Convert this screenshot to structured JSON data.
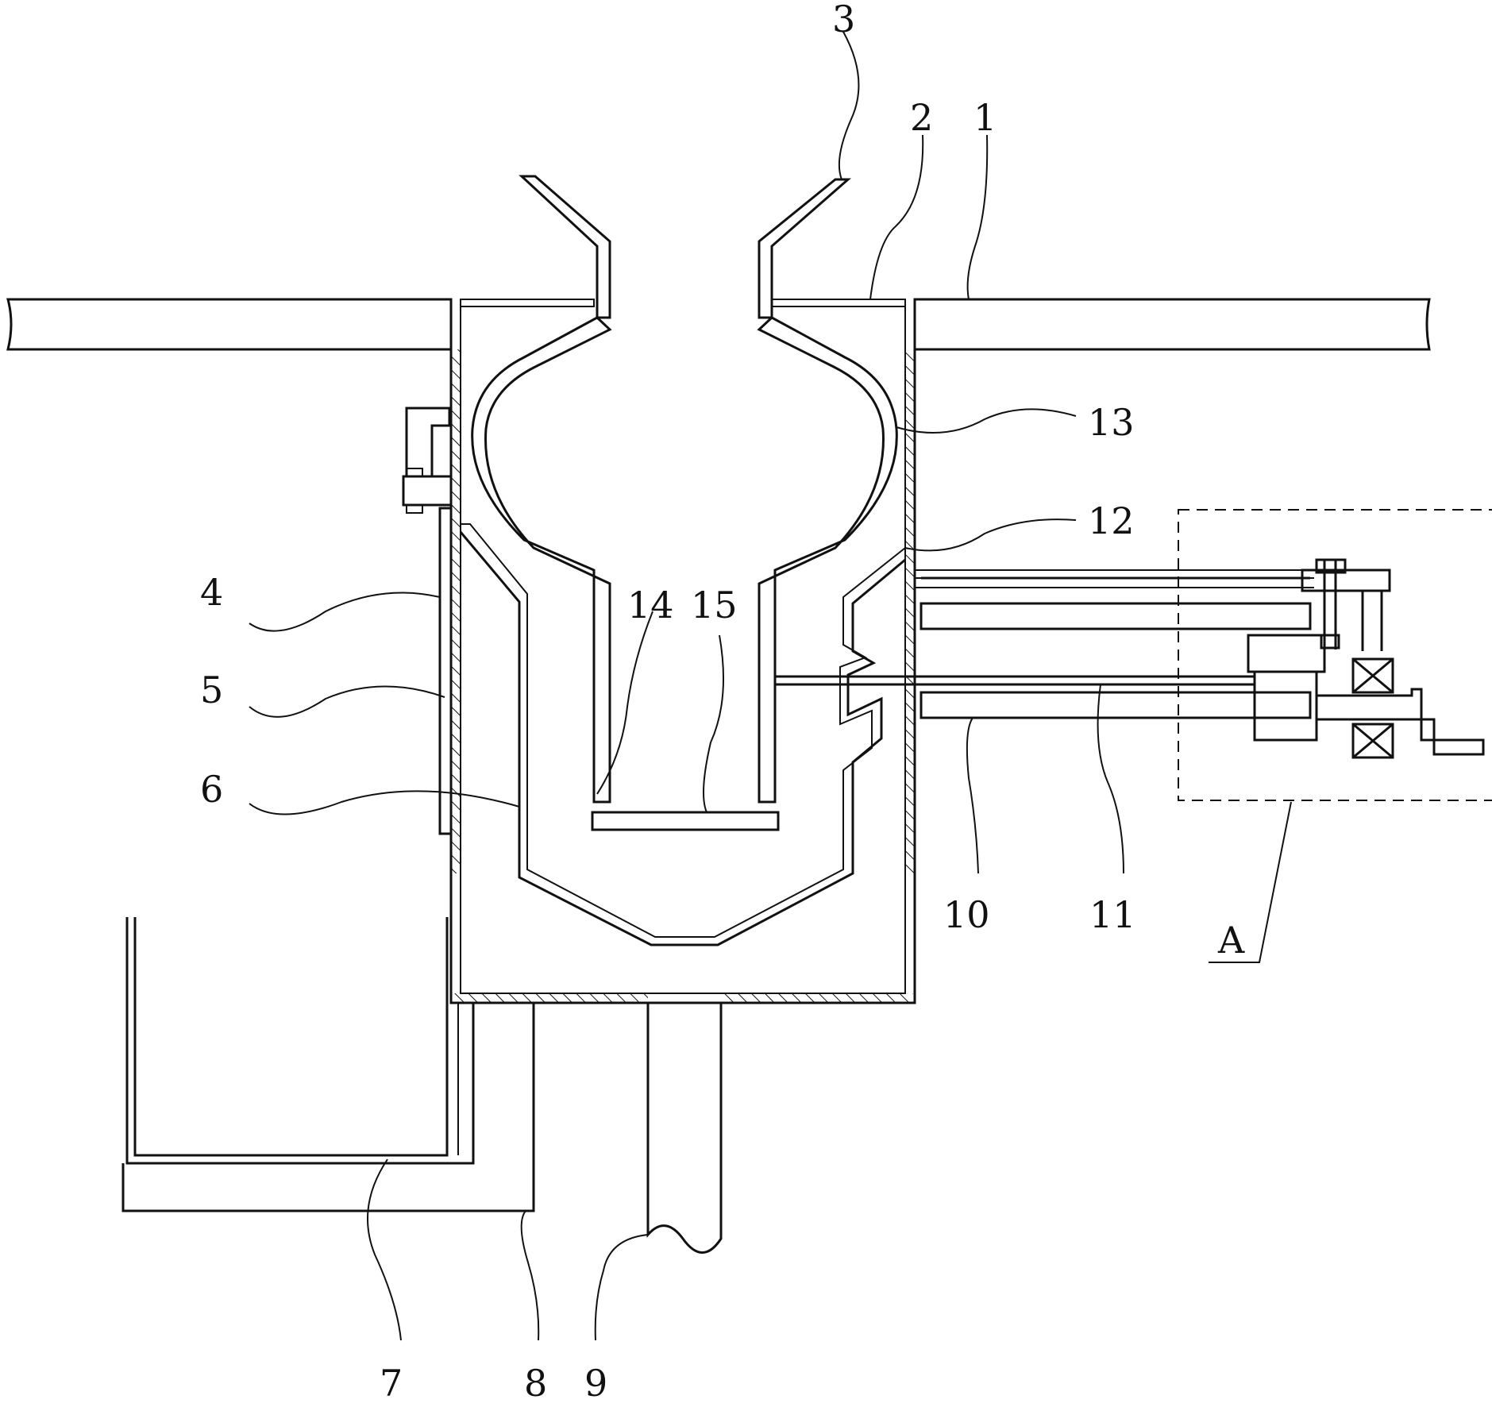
{
  "figure": {
    "stroke_color": "#111111",
    "background_color": "#ffffff",
    "labels": {
      "n1": "1",
      "n2": "2",
      "n3": "3",
      "n4": "4",
      "n5": "5",
      "n6": "6",
      "n7": "7",
      "n8": "8",
      "n9": "9",
      "n10": "10",
      "n11": "11",
      "n12": "12",
      "n13": "13",
      "n14": "14",
      "n15": "15",
      "detail_a": "A"
    }
  }
}
